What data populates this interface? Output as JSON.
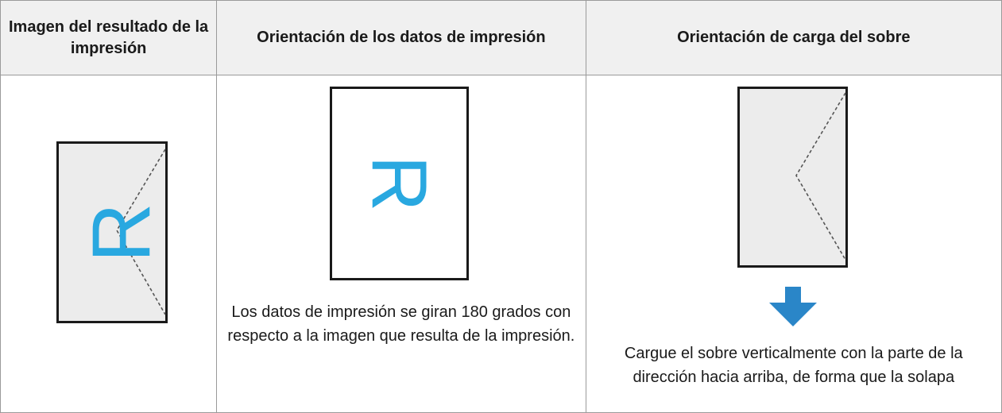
{
  "headers": [
    "Imagen del resultado de la impresión",
    "Orientación de los datos de impresión",
    "Orientación de carga del sobre"
  ],
  "captions": {
    "print_data": "Los datos de impresión se giran 180 grados con respecto a la imagen que resulta de la impresión.",
    "envelope_load": "Cargue el sobre verticalmente con la parte de la dirección hacia arriba, de forma que la solapa"
  },
  "glyph": {
    "letter": "R"
  },
  "icons": {
    "down_arrow": "arrow-down-icon"
  },
  "colors": {
    "accent": "#29a8e0",
    "arrow": "#2a86c8",
    "envelope_fill": "#ececec",
    "border": "#9a9a9a",
    "header_bg": "#f0f0f0"
  }
}
